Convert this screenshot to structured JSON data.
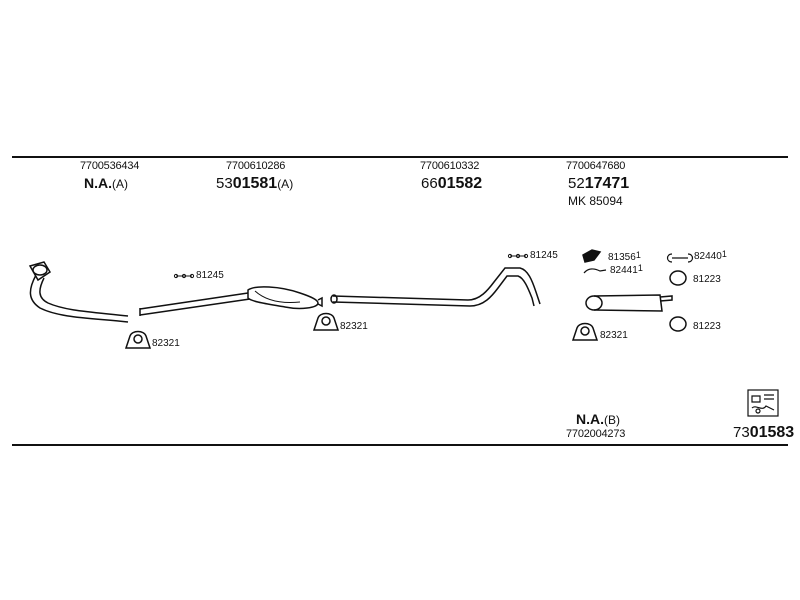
{
  "top_labels": [
    {
      "pn": "7700536434",
      "na": "N.A.",
      "suffix": "(A)"
    },
    {
      "pn": "7700610286",
      "ref_a": "53",
      "ref_b": "01581",
      "suffix": "(A)"
    },
    {
      "pn": "7700610332",
      "ref_a": "66",
      "ref_b": "01582"
    },
    {
      "pn": "7700647680",
      "ref_a": "52",
      "ref_b": "17471",
      "mk": "MK  85094"
    }
  ],
  "part_labels": {
    "clamp_1": "82321",
    "hanger_1": "81245",
    "clamp_2": "82321",
    "hanger_2": "81245",
    "item_81356": "81356",
    "item_81356_sup": "1",
    "item_82441": "82441",
    "item_82441_sup": "1",
    "item_82440": "82440",
    "item_82440_sup": "1",
    "ring_1": "81223",
    "ring_2": "81223",
    "clamp_3": "82321"
  },
  "bottom_labels": {
    "na": "N.A.",
    "na_suffix": "(B)",
    "pn": "7702004273",
    "ref_a": "73",
    "ref_b": "01583"
  },
  "colors": {
    "line": "#111111",
    "background": "#ffffff"
  }
}
